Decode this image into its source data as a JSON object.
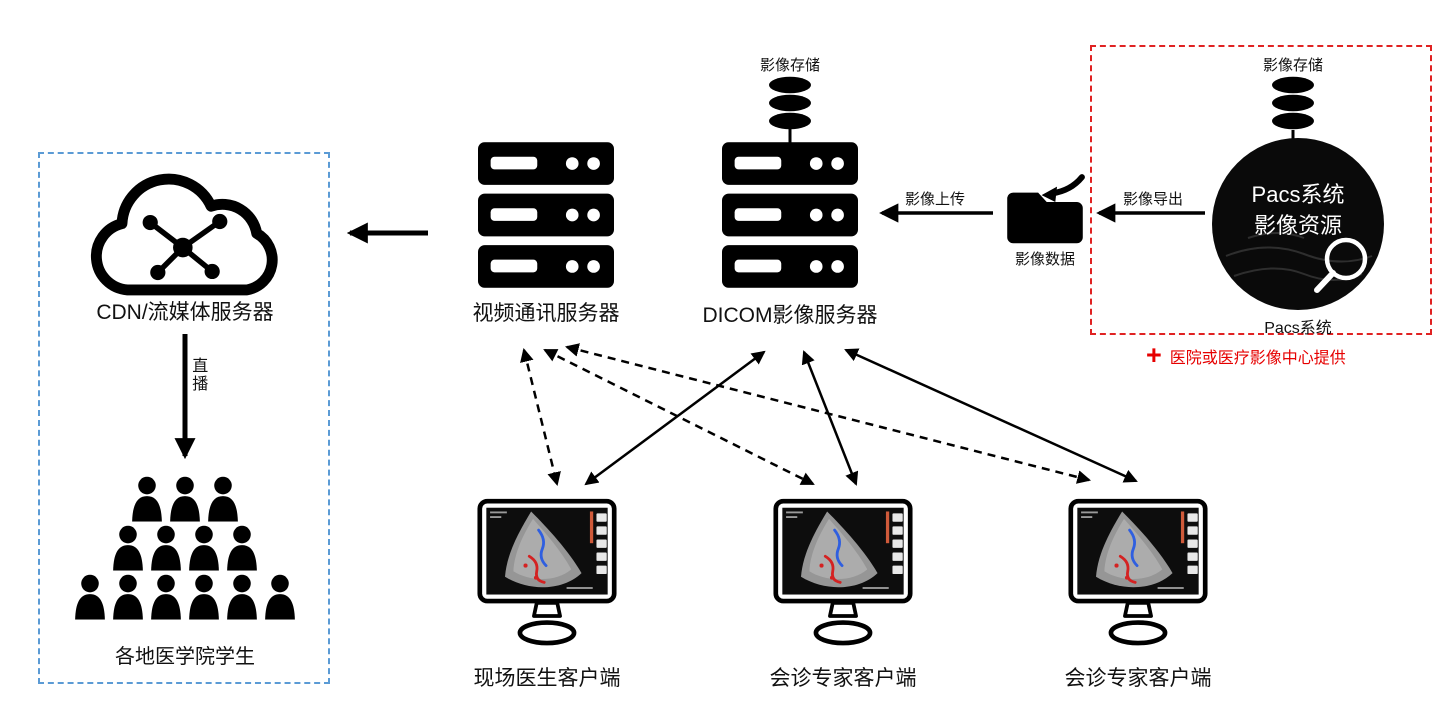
{
  "diagram": {
    "cdn": {
      "label": "CDN/流媒体服务器"
    },
    "live": {
      "label": "直播"
    },
    "students": {
      "label": "各地医学院学生"
    },
    "video_server": {
      "label": "视频通讯服务器"
    },
    "dicom_server": {
      "label": "DICOM影像服务器",
      "storage_label": "影像存储"
    },
    "transfer": {
      "upload_label": "影像上传",
      "folder_label": "影像数据",
      "export_label": "影像导出"
    },
    "pacs": {
      "storage_label": "影像存储",
      "circle_line1": "Pacs系统",
      "circle_line2": "影像资源",
      "caption": "Pacs系统"
    },
    "note": {
      "plus": "+",
      "text": "医院或医疗影像中心提供"
    },
    "clients": [
      {
        "label": "现场医生客户端"
      },
      {
        "label": "会诊专家客户端"
      },
      {
        "label": "会诊专家客户端"
      }
    ]
  },
  "colors": {
    "ink": "#000000",
    "blue_dashed_box": "#5b9bd5",
    "red_dashed_box": "#e02222",
    "note_red": "#e60000",
    "ultrasound_blue": "#2f5fe0",
    "ultrasound_red": "#d42222"
  }
}
